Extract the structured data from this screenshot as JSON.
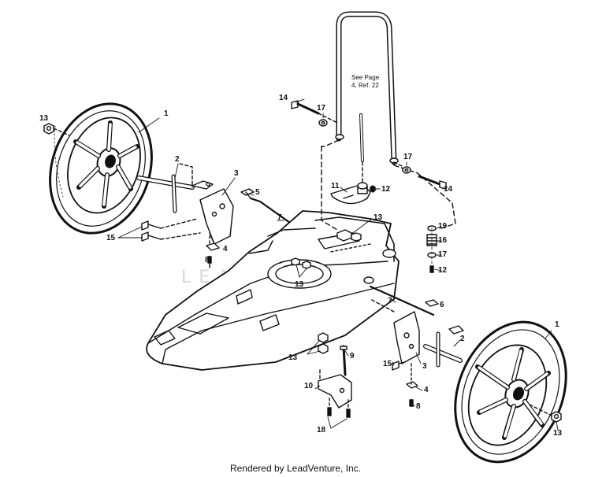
{
  "diagram": {
    "note": "See Page\n4, Ref. 22",
    "footer": "Rendered by LeadVenture, Inc.",
    "watermark": "LEADVENTURE",
    "parts": [
      {
        "ref": "1"
      },
      {
        "ref": "1"
      },
      {
        "ref": "2"
      },
      {
        "ref": "2"
      },
      {
        "ref": "3"
      },
      {
        "ref": "3"
      },
      {
        "ref": "4"
      },
      {
        "ref": "4"
      },
      {
        "ref": "5"
      },
      {
        "ref": "6"
      },
      {
        "ref": "7"
      },
      {
        "ref": "7"
      },
      {
        "ref": "8"
      },
      {
        "ref": "8"
      },
      {
        "ref": "9"
      },
      {
        "ref": "10"
      },
      {
        "ref": "11"
      },
      {
        "ref": "12"
      },
      {
        "ref": "12"
      },
      {
        "ref": "13"
      },
      {
        "ref": "13"
      },
      {
        "ref": "13"
      },
      {
        "ref": "13"
      },
      {
        "ref": "13"
      },
      {
        "ref": "14"
      },
      {
        "ref": "14"
      },
      {
        "ref": "15"
      },
      {
        "ref": "15"
      },
      {
        "ref": "16"
      },
      {
        "ref": "17"
      },
      {
        "ref": "17"
      },
      {
        "ref": "17"
      },
      {
        "ref": "18"
      },
      {
        "ref": "19"
      }
    ]
  }
}
